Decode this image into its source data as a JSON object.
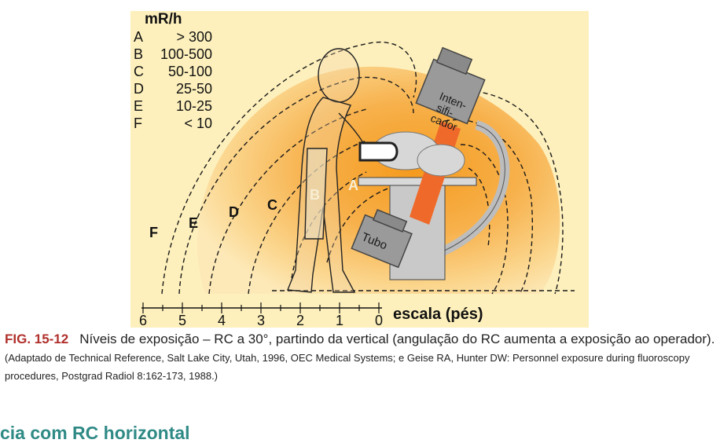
{
  "figure": {
    "legend": {
      "unit": "mR/h",
      "rows": [
        {
          "zone": "A",
          "range": "> 300"
        },
        {
          "zone": "B",
          "range": "100-500"
        },
        {
          "zone": "C",
          "range": "50-100"
        },
        {
          "zone": "D",
          "range": "25-50"
        },
        {
          "zone": "E",
          "range": "10-25"
        },
        {
          "zone": "F",
          "range": "< 10"
        }
      ]
    },
    "zone_labels": [
      "A",
      "B",
      "C",
      "D",
      "E",
      "F"
    ],
    "device_labels": {
      "intensifier": [
        "Inten-",
        "sifi-",
        "cador"
      ],
      "tube": "Tubo"
    },
    "scale": {
      "ticks": [
        "6",
        "5",
        "4",
        "3",
        "2",
        "1",
        "0"
      ],
      "label": "escala (pés)"
    },
    "colors": {
      "background": "#fdf0bc",
      "zone_outer": "#fbd890",
      "zone_mid": "#f8b860",
      "zone_inner": "#f5a32a",
      "beam": "#ef6a2a",
      "label_inner": "#f7eed3"
    }
  },
  "caption": {
    "label": "FIG. 15-12",
    "main": "Níveis de exposição – RC a 30°, partindo da vertical (angulação do RC aumenta a exposição ao operador).",
    "credits": "(Adaptado de Technical Reference, Salt Lake City, Utah, 1996, OEC Medical Systems; e Geise RA, Hunter DW: Personnel exposure during fluoroscopy procedures, Postgrad Radiol 8:162-173, 1988.)"
  },
  "section_heading": "cia com RC horizontal"
}
